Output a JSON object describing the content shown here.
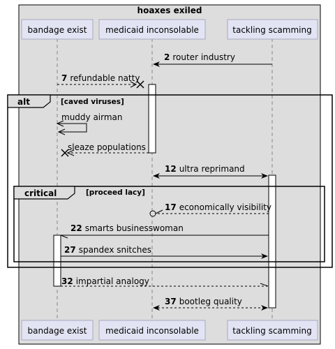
{
  "box": {
    "title": "hoaxes exiled"
  },
  "participants": [
    {
      "id": "bandage",
      "label": "bandage exist"
    },
    {
      "id": "medicaid",
      "label": "medicaid inconsolable"
    },
    {
      "id": "tackling",
      "label": "tackling scamming"
    }
  ],
  "messages": [
    {
      "num": "2",
      "text": "router industry"
    },
    {
      "num": "7",
      "text": "refundable natty"
    },
    {
      "num": "",
      "text": "muddy airman"
    },
    {
      "num": "",
      "text": "sleaze populations"
    },
    {
      "num": "12",
      "text": "ultra reprimand"
    },
    {
      "num": "17",
      "text": "economically visibility"
    },
    {
      "num": "22",
      "text": "smarts businesswoman"
    },
    {
      "num": "27",
      "text": "spandex snitches"
    },
    {
      "num": "32",
      "text": "impartial analogy"
    },
    {
      "num": "37",
      "text": "bootleg quality"
    }
  ],
  "fragments": {
    "alt": {
      "keyword": "alt",
      "guard": "[caved viruses]"
    },
    "critical": {
      "keyword": "critical",
      "guard": "[proceed lacy]"
    }
  },
  "colors": {
    "box_bg": "#dddddd",
    "participant_bg": "#e2e4f4",
    "line": "#000000",
    "lifeline": "#888888"
  }
}
